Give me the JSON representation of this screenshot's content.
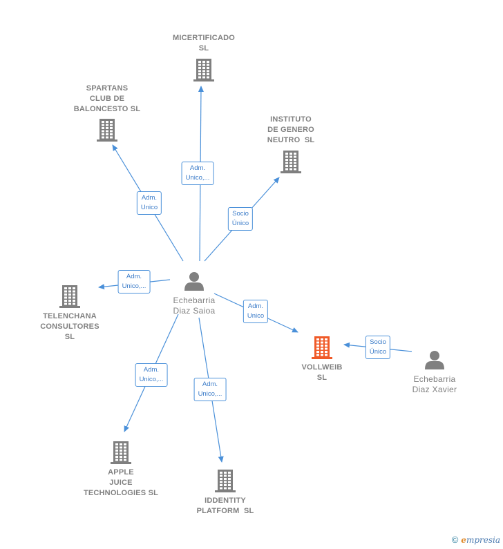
{
  "colors": {
    "edge": "#4a90d9",
    "company": "#7f7f7f",
    "company_highlight": "#f05a28",
    "person": "#808080"
  },
  "companies": [
    {
      "id": "micertificado",
      "lines": [
        "MICERTIFICADO",
        "SL"
      ],
      "highlight": false
    },
    {
      "id": "spartans",
      "lines": [
        "SPARTANS",
        "CLUB DE",
        "BALONCESTO SL"
      ],
      "highlight": false
    },
    {
      "id": "instituto",
      "lines": [
        "INSTITUTO",
        "DE GENERO",
        "NEUTRO  SL"
      ],
      "highlight": false
    },
    {
      "id": "telenchana",
      "lines": [
        "TELENCHANA",
        "CONSULTORES",
        "SL"
      ],
      "highlight": false
    },
    {
      "id": "vollweib",
      "lines": [
        "VOLLWEIB",
        "SL"
      ],
      "highlight": true
    },
    {
      "id": "apple",
      "lines": [
        "APPLE",
        "JUICE",
        "TECHNOLOGIES SL"
      ],
      "highlight": false
    },
    {
      "id": "iddentity",
      "lines": [
        "IDDENTITY",
        "PLATFORM  SL"
      ],
      "highlight": false
    }
  ],
  "people": [
    {
      "id": "saioa",
      "lines": [
        "Echebarria",
        "Diaz Saioa"
      ]
    },
    {
      "id": "xavier",
      "lines": [
        "Echebarria",
        "Diaz Xavier"
      ]
    }
  ],
  "edges": [
    {
      "from": "saioa",
      "to": "micertificado",
      "label": [
        "Adm.",
        "Unico,..."
      ]
    },
    {
      "from": "saioa",
      "to": "spartans",
      "label": [
        "Adm.",
        "Unico"
      ]
    },
    {
      "from": "saioa",
      "to": "instituto",
      "label": [
        "Socio",
        "Único"
      ]
    },
    {
      "from": "saioa",
      "to": "telenchana",
      "label": [
        "Adm.",
        "Unico,..."
      ]
    },
    {
      "from": "saioa",
      "to": "vollweib",
      "label": [
        "Adm.",
        "Unico"
      ]
    },
    {
      "from": "saioa",
      "to": "apple",
      "label": [
        "Adm.",
        "Unico,..."
      ]
    },
    {
      "from": "saioa",
      "to": "iddentity",
      "label": [
        "Adm.",
        "Unico,..."
      ]
    },
    {
      "from": "xavier",
      "to": "vollweib",
      "label": [
        "Socio",
        "Único"
      ]
    }
  ],
  "footer": {
    "copyright_symbol": "©",
    "brand_initial": "e",
    "brand_rest": "mpresia"
  }
}
